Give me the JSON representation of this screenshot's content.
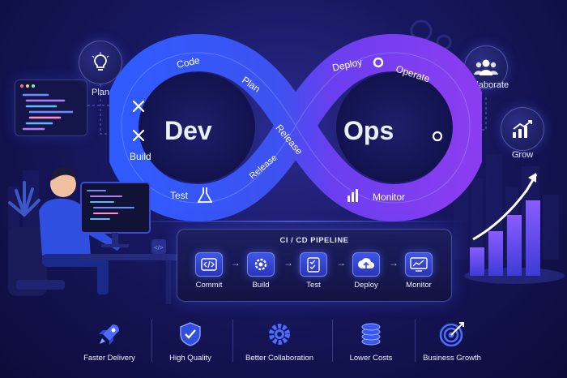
{
  "loop": {
    "left_title": "Dev",
    "right_title": "Ops",
    "left_labels": [
      "Code",
      "Plan",
      "Build",
      "Test",
      "Release"
    ],
    "right_labels": [
      "Deploy",
      "Operate",
      "Monitor"
    ],
    "center_labels": [
      "Plan",
      "Release",
      "Release"
    ]
  },
  "side": {
    "plan_label": "Plan",
    "collaborate_label": "Collaborate",
    "grow_label": "Grow"
  },
  "pipeline": {
    "title": "CI / CD PIPELINE",
    "stages": [
      {
        "label": "Commit",
        "icon": "code-icon"
      },
      {
        "label": "Build",
        "icon": "gear-icon"
      },
      {
        "label": "Test",
        "icon": "checklist-icon"
      },
      {
        "label": "Deploy",
        "icon": "cloud-upload-icon"
      },
      {
        "label": "Monitor",
        "icon": "monitor-chart-icon"
      }
    ]
  },
  "benefits": [
    {
      "label": "Faster Delivery",
      "icon": "rocket-icon"
    },
    {
      "label": "High Quality",
      "icon": "shield-check-icon"
    },
    {
      "label": "Better Collaboration",
      "icon": "gear-icon"
    },
    {
      "label": "Lower Costs",
      "icon": "coins-icon"
    },
    {
      "label": "Business Growth",
      "icon": "target-icon"
    }
  ],
  "colors": {
    "dev_blue": "#2f5bff",
    "ops_purple": "#8a3df0",
    "background": "#15155a"
  }
}
